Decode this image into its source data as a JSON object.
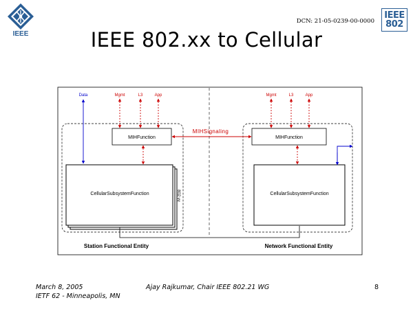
{
  "header": {
    "logo_left_text": "IEEE",
    "dcn": "DCN: 21-05-0239-00-0000",
    "logo_right_line1": "IEEE",
    "logo_right_line2": "802"
  },
  "title": "IEEE 802.xx to Cellular",
  "diagram": {
    "left": {
      "top_labels": {
        "data": "Data",
        "mgmt": "Mgmt",
        "l3": "L3",
        "app": "App"
      },
      "mih_function": "MIHFunction",
      "subsystem": "CellularSubsystemFunction",
      "vertical_label": "802.yy",
      "entity": "Station Functional Entity"
    },
    "right": {
      "top_labels": {
        "mgmt": "Mgmt",
        "l3": "L3",
        "app": "App"
      },
      "mih_function": "MIHFunction",
      "subsystem": "CellularSubsystemFunction",
      "entity": "Network Functional Entity"
    },
    "signaling_label": "MIHSignaling",
    "colors": {
      "data_arrow": "#0000cc",
      "control_arrow": "#cc0000",
      "label_blue": "#0000cc",
      "label_red": "#cc0000"
    }
  },
  "footer": {
    "date": "March 8, 2005",
    "event": "IETF 62 - Minneapolis, MN",
    "author": "Ajay Rajkumar, Chair IEEE 802.21 WG",
    "page": "8"
  }
}
